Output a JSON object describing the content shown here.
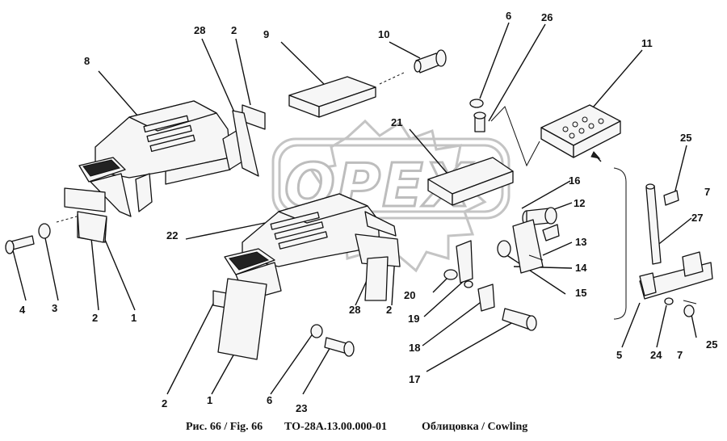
{
  "watermark": {
    "text": "OPEX"
  },
  "caption": {
    "figure": "Рис. 66 / Fig. 66",
    "code": "ТО-28А.13.00.000-01",
    "title": "Облицовка / Cowling"
  },
  "callouts": [
    {
      "id": "c1",
      "text": "6"
    },
    {
      "id": "c2",
      "text": "26"
    },
    {
      "id": "c3",
      "text": "10"
    },
    {
      "id": "c4",
      "text": "9"
    },
    {
      "id": "c5",
      "text": "28"
    },
    {
      "id": "c6",
      "text": "2"
    },
    {
      "id": "c7",
      "text": "8"
    },
    {
      "id": "c8",
      "text": "11"
    },
    {
      "id": "c9",
      "text": "21"
    },
    {
      "id": "c10",
      "text": "25"
    },
    {
      "id": "c11",
      "text": "7"
    },
    {
      "id": "c12",
      "text": "16"
    },
    {
      "id": "c13",
      "text": "12"
    },
    {
      "id": "c14",
      "text": "27"
    },
    {
      "id": "c15",
      "text": "22"
    },
    {
      "id": "c16",
      "text": "13"
    },
    {
      "id": "c17",
      "text": "14"
    },
    {
      "id": "c18",
      "text": "15"
    },
    {
      "id": "c19",
      "text": "20"
    },
    {
      "id": "c20",
      "text": "19"
    },
    {
      "id": "c21",
      "text": "18"
    },
    {
      "id": "c22",
      "text": "28"
    },
    {
      "id": "c23",
      "text": "2"
    },
    {
      "id": "c24",
      "text": "4"
    },
    {
      "id": "c25",
      "text": "3"
    },
    {
      "id": "c26",
      "text": "2"
    },
    {
      "id": "c27",
      "text": "1"
    },
    {
      "id": "c28",
      "text": "5"
    },
    {
      "id": "c29",
      "text": "24"
    },
    {
      "id": "c30",
      "text": "7"
    },
    {
      "id": "c31",
      "text": "25"
    },
    {
      "id": "c32",
      "text": "17"
    },
    {
      "id": "c33",
      "text": "2"
    },
    {
      "id": "c34",
      "text": "1"
    },
    {
      "id": "c35",
      "text": "6"
    },
    {
      "id": "c36",
      "text": "23"
    }
  ]
}
